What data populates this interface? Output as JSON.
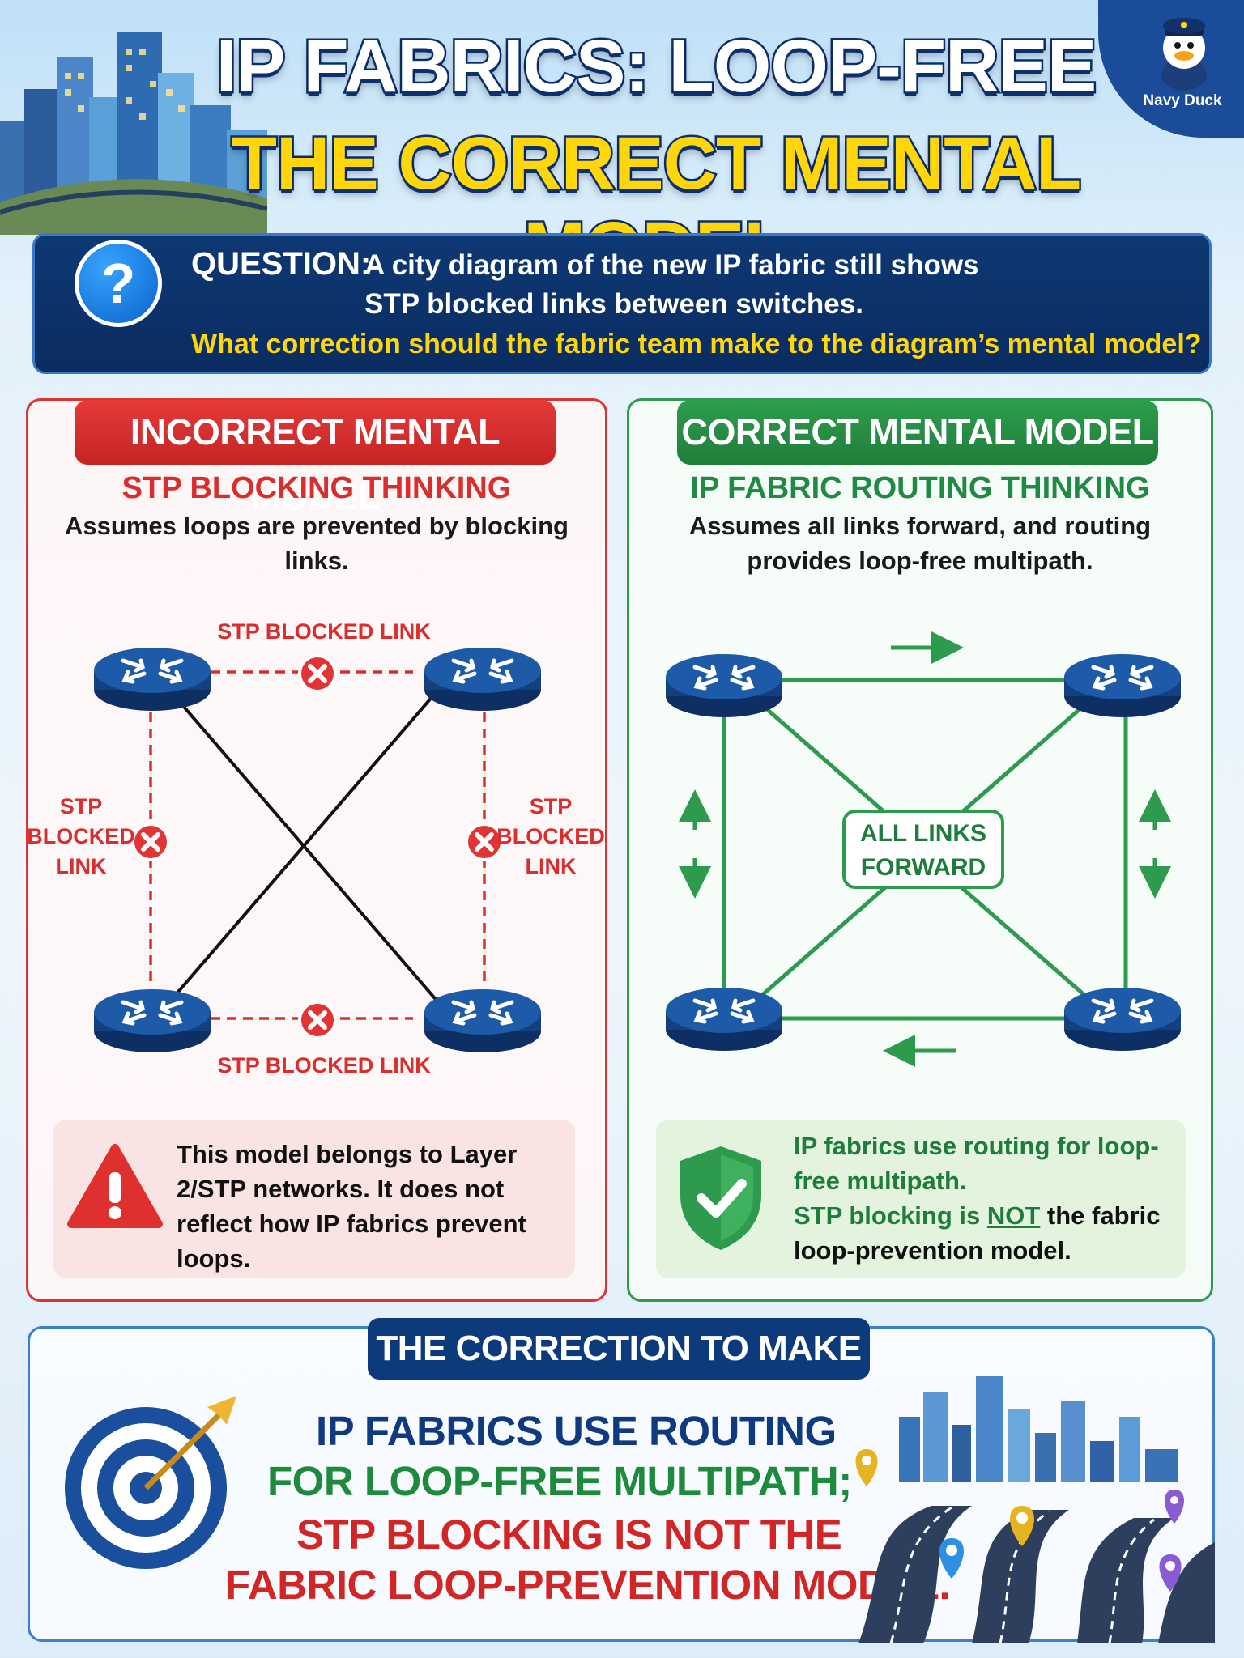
{
  "header": {
    "title_line1": "IP FABRICS: LOOP-FREE",
    "title_line2": "THE CORRECT MENTAL MODEL",
    "badge_label": "Navy Duck"
  },
  "question": {
    "label": "QUESTION:",
    "line1": "A city diagram of the new IP fabric still shows",
    "line2": "STP blocked links between switches.",
    "line3": "What correction should the fabric team make to the diagram’s mental model?",
    "icon": "?"
  },
  "incorrect": {
    "ribbon": "INCORRECT MENTAL MODEL",
    "subtitle": "STP BLOCKING THINKING",
    "description": "Assumes loops are prevented by blocking links.",
    "label_top": "STP BLOCKED LINK",
    "label_bottom": "STP BLOCKED LINK",
    "label_left_1": "STP",
    "label_left_2": "BLOCKED",
    "label_left_3": "LINK",
    "label_right_1": "STP",
    "label_right_2": "BLOCKED",
    "label_right_3": "LINK",
    "note": "This model belongs to Layer 2/STP networks. It does not reflect how IP fabrics prevent loops.",
    "accent_color": "#d82e2e"
  },
  "correct": {
    "ribbon": "CORRECT MENTAL MODEL",
    "subtitle": "IP FABRIC ROUTING THINKING",
    "description": "Assumes all links forward, and routing provides loop-free multipath.",
    "center_label_1": "ALL LINKS",
    "center_label_2": "FORWARD",
    "note_line1": "IP fabrics use routing for loop-free multipath.",
    "note_line3_a": "STP blocking is ",
    "note_line3_b": "NOT",
    "note_line3_c": " the fabric loop-prevention model.",
    "accent_color": "#2e9a4e"
  },
  "correction": {
    "ribbon": "THE CORRECTION TO MAKE",
    "line1": "IP FABRICS USE ROUTING",
    "line2": "FOR LOOP-FREE MULTIPATH;",
    "line3": "STP BLOCKING IS NOT THE",
    "line4": "FABRIC LOOP-PREVENTION MODEL."
  },
  "icons": [
    "question-icon",
    "switch-icon",
    "blocked-x-icon",
    "warning-icon",
    "shield-check-icon",
    "target-icon",
    "map-pin-icon",
    "duck-mascot-icon"
  ],
  "colors": {
    "navy": "#0d3a7a",
    "red": "#d82e2e",
    "green": "#2e9a4e",
    "yellow": "#ffd60a"
  }
}
